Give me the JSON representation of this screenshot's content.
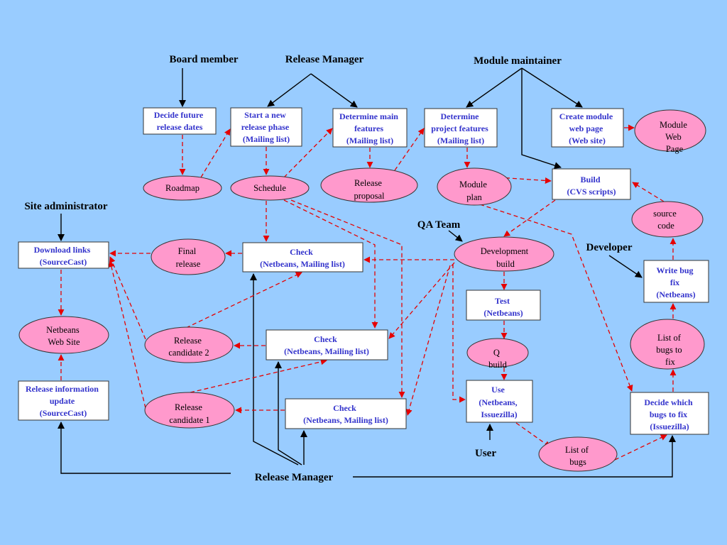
{
  "colors": {
    "background": "#99ccff",
    "artifact": "#ff99cc",
    "activity_fill": "#ffffff",
    "activity_text": "#3333cc",
    "outline": "#333333",
    "flow": "#e60000",
    "role": "#000000"
  },
  "roles": {
    "board_member": "Board member",
    "release_manager_top": "Release Manager",
    "module_maintainer": "Module maintainer",
    "site_administrator": "Site administrator",
    "qa_team": "QA Team",
    "developer": "Developer",
    "user": "User",
    "release_manager_bottom": "Release Manager"
  },
  "activities": {
    "decide_release_dates": [
      "Decide future",
      "release dates"
    ],
    "start_release_phase": [
      "Start a new",
      "release phase",
      "(Mailing list)"
    ],
    "determine_main_features": [
      "Determine main",
      "features",
      "(Mailing list)"
    ],
    "determine_project_features": [
      "Determine",
      "project features",
      "(Mailing list)"
    ],
    "create_module_web_page": [
      "Create module",
      "web page",
      "(Web site)"
    ],
    "build": [
      "Build",
      "(CVS scripts)"
    ],
    "download_links": [
      "Download links",
      "(SourceCast)"
    ],
    "check_final_release": [
      "Check",
      "(Netbeans, Mailing list)"
    ],
    "test": [
      "Test",
      "(Netbeans)"
    ],
    "write_bug_fix": [
      "Write bug",
      "fix",
      "(Netbeans)"
    ],
    "check_release_candidate_2": [
      "Check",
      "(Netbeans, Mailing list)"
    ],
    "use": [
      "Use",
      "(Netbeans,",
      "Issuezilla)"
    ],
    "release_information_update": [
      "Release information",
      "update",
      "(SourceCast)"
    ],
    "check_release_candidate_1": [
      "Check",
      "(Netbeans, Mailing list)"
    ],
    "decide_bugs_to_fix": [
      "Decide which",
      "bugs to fix",
      "(Issuezilla)"
    ]
  },
  "artifacts": {
    "roadmap": [
      "Roadmap"
    ],
    "schedule": [
      "Schedule"
    ],
    "release_proposal": [
      "Release",
      "proposal"
    ],
    "module_plan": [
      "Module",
      "plan"
    ],
    "module_web_page": [
      "Module",
      "Web",
      "Page"
    ],
    "source_code": [
      "source",
      "code"
    ],
    "final_release": [
      "Final",
      "release"
    ],
    "development_build": [
      "Development",
      "build"
    ],
    "netbeans_web_site": [
      "Netbeans",
      "Web Site"
    ],
    "release_candidate_2": [
      "Release",
      "candidate 2"
    ],
    "q_build": [
      "Q",
      "build"
    ],
    "list_of_bugs_to_fix": [
      "List of",
      "bugs to",
      "fix"
    ],
    "release_candidate_1": [
      "Release",
      "candidate 1"
    ],
    "list_of_bugs": [
      "List of",
      "bugs"
    ]
  }
}
